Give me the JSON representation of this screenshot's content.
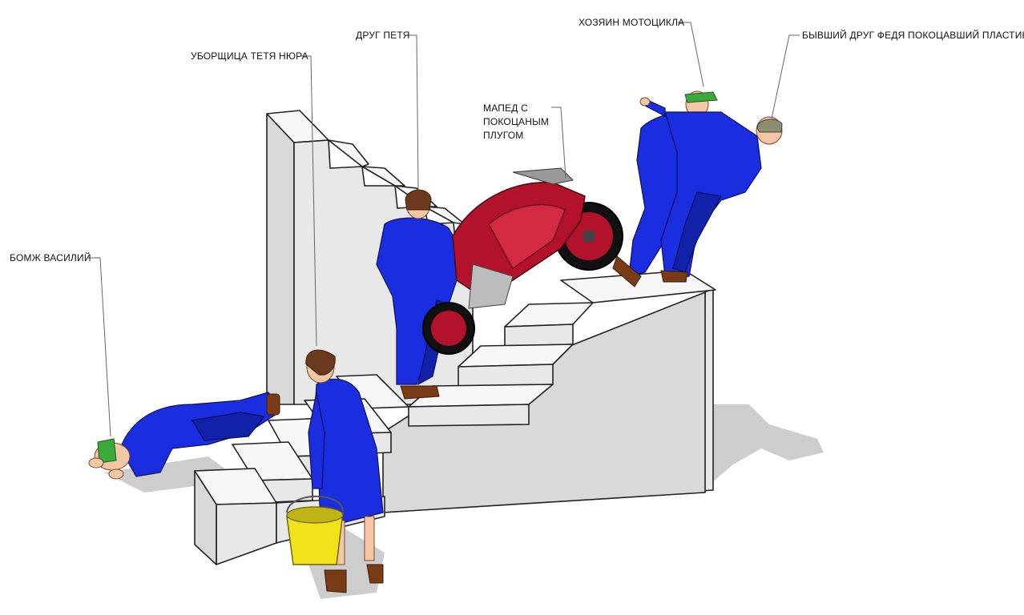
{
  "colors": {
    "background": "#ffffff",
    "workwear": "#1a2ee0",
    "motorcycle": "#b3122c",
    "bucket": "#f2e21b",
    "cap": "#3aa83a",
    "stone": "#e8e8e8"
  },
  "labels": {
    "bomzh": "БОМЖ ВАСИЛИЙ",
    "uborshchitsa": "УБОРЩИЦА ТЕТЯ НЮРА",
    "drug_petya": "ДРУГ ПЕТЯ",
    "moped_line1": "МАПЕД С",
    "moped_line2": "ПОКОЦАНЫМ",
    "moped_line3": "ПЛУГОМ",
    "khozyain": "ХОЗЯИН МОТОЦИКЛА",
    "fedya": "БЫВШИЙ ДРУГ ФЕДЯ ПОКОЦАВШИЙ ПЛАСТИК"
  }
}
